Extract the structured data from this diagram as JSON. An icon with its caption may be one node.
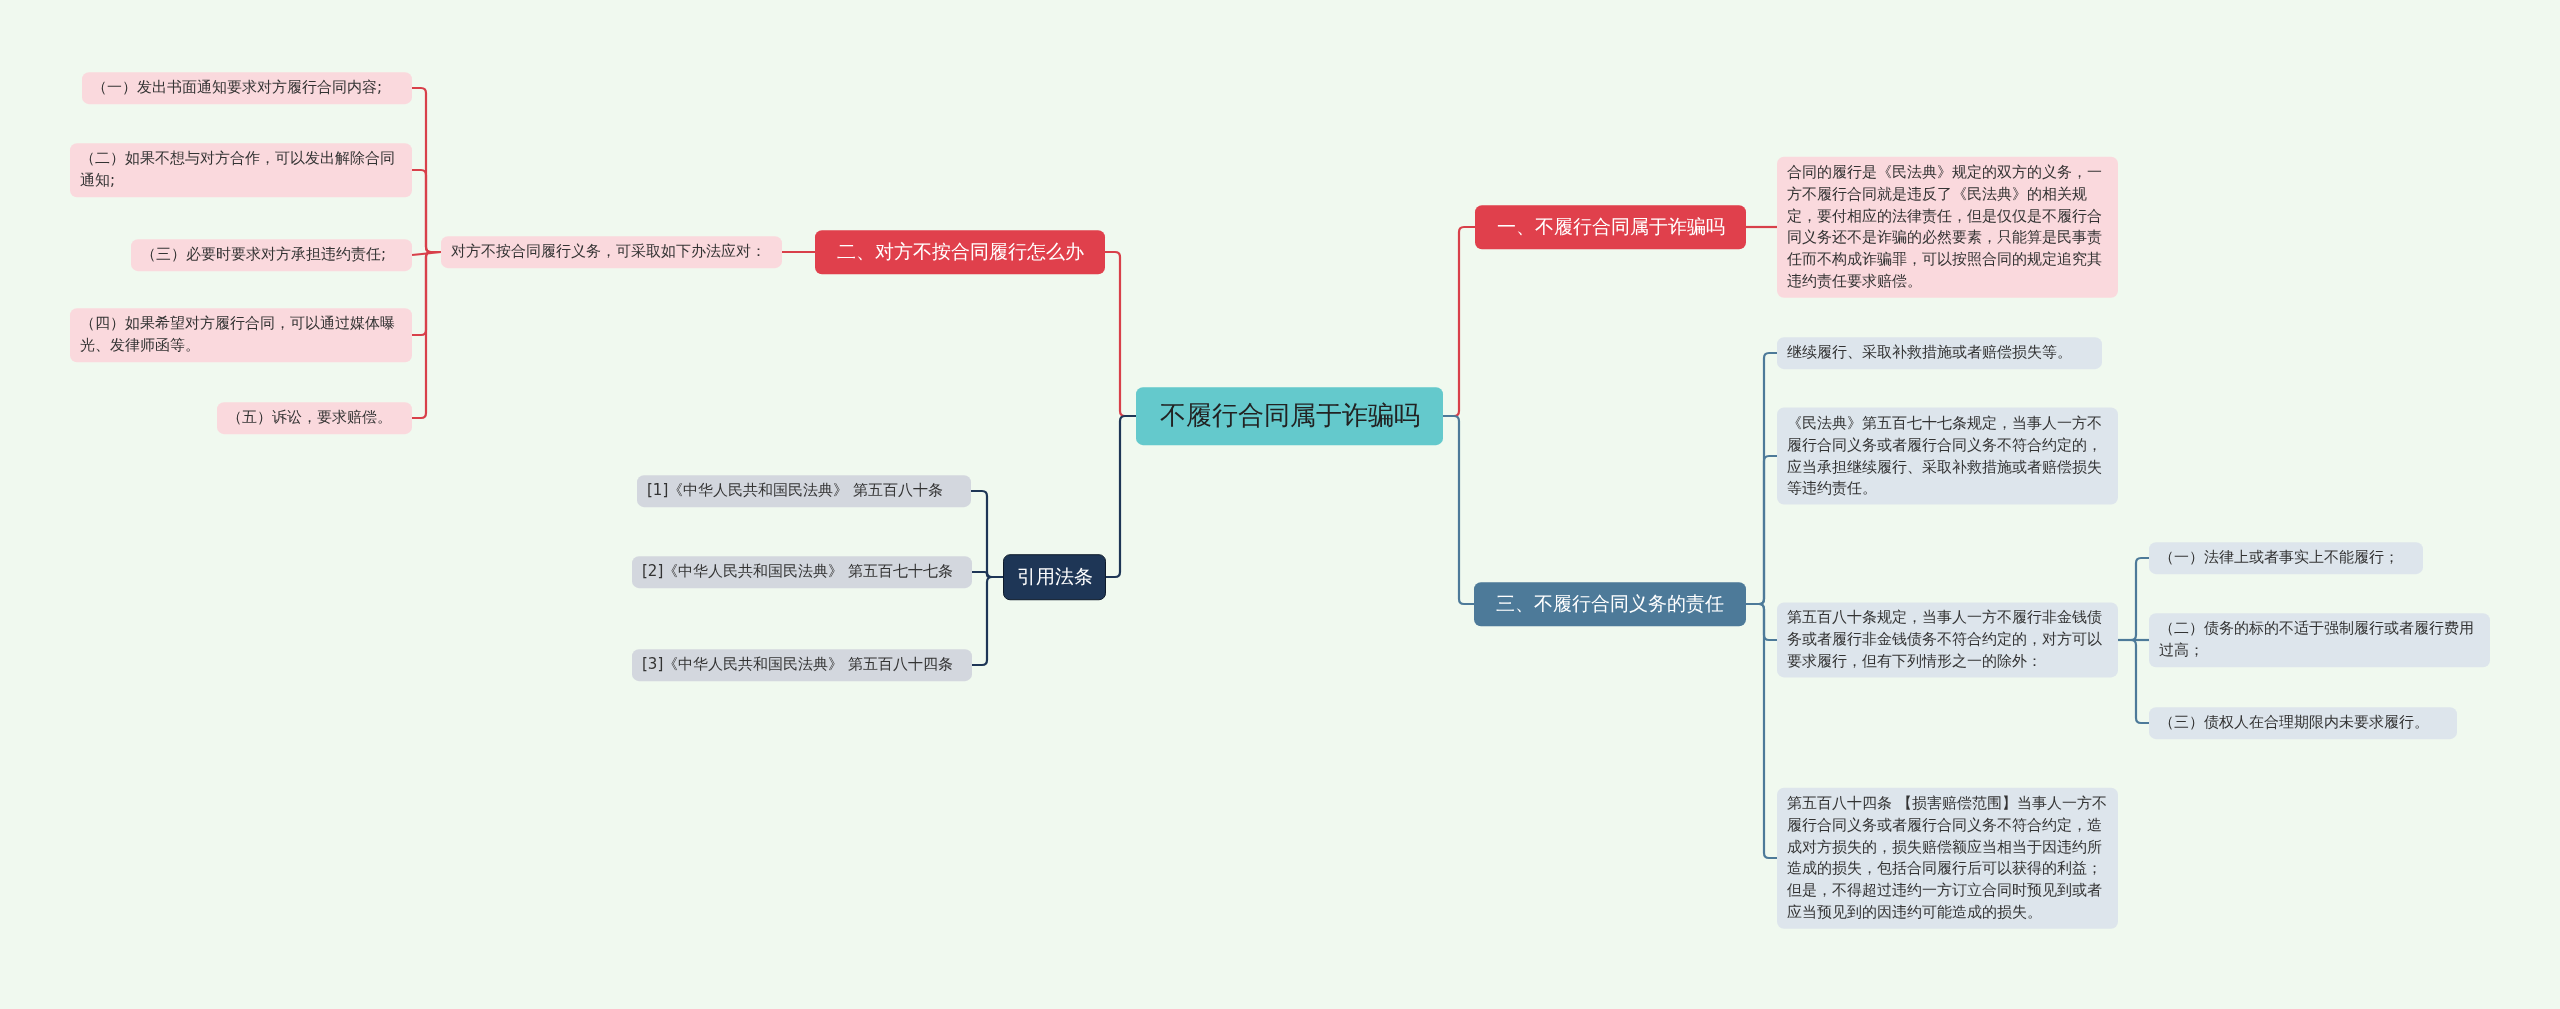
{
  "diagram": {
    "nodes": [
      {
        "text": [
          "不履行合同属于诈骗吗"
        ]
      },
      {
        "text": [
          "一、不履行合同属于诈骗吗"
        ]
      },
      {
        "text": [
          "合同的履行是《民法典》规定的双方的义务，一方不履行合同就是违反了《民法典》的相关规定，要付相应的法律责任，但是仅仅是不履行合同义务还不是诈骗的必然要素，只能算是民事责任而不构成诈骗罪，可以按照合同的规定追究其违约责任要求赔偿。"
        ]
      },
      {
        "text": [
          "三、不履行合同义务的责任"
        ]
      },
      {
        "text": [
          "继续履行、采取补救措施或者赔偿损失等。"
        ]
      },
      {
        "text": [
          "《民法典》第五百七十七条规定，当事人一方不履行合同义务或者履行合同义务不符合约定的，应当承担继续履行、采取补救措施或者赔偿损失等违约责任。"
        ]
      },
      {
        "text": [
          "第五百八十条规定，当事人一方不履行非金钱债务或者履行非金钱债务不符合约定的，对方可以要求履行，但有下列情形之一的除外："
        ]
      },
      {
        "text": [
          "（一）法律上或者事实上不能履行；"
        ]
      },
      {
        "text": [
          "（二）债务的标的不适于强制履行或者履行费用过高；"
        ]
      },
      {
        "text": [
          "（三）债权人在合理期限内未要求履行。"
        ]
      },
      {
        "text": [
          "第五百八十四条 【损害赔偿范围】当事人一方不履行合同义务或者履行合同义务不符合约定，造成对方损失的，损失赔偿额应当相当于因违约所造成的损失，包括合同履行后可以获得的利益；但是，不得超过违约一方订立合同时预见到或者应当预见到的因违约可能造成的损失。"
        ]
      },
      {
        "text": [
          "二、对方不按合同履行怎么办"
        ]
      },
      {
        "text": [
          "对方不按合同履行义务，可采取如下办法应对："
        ]
      },
      {
        "text": [
          "（一）发出书面通知要求对方履行合同内容;"
        ]
      },
      {
        "text": [
          "（二）如果不想与对方合作，可以发出解除合同通知;"
        ]
      },
      {
        "text": [
          "（三）必要时要求对方承担违约责任;"
        ]
      },
      {
        "text": [
          "（四）如果希望对方履行合同，可以通过媒体曝光、发律师函等。"
        ]
      },
      {
        "text": [
          "（五）诉讼，要求赔偿。"
        ]
      },
      {
        "text": [
          "引用法条"
        ]
      },
      {
        "text": [
          "[1]《中华人民共和国民法典》 第五百八十条"
        ]
      },
      {
        "text": [
          "[2]《中华人民共和国民法典》 第五百七十七条"
        ]
      },
      {
        "text": [
          "[3]《中华人民共和国民法典》 第五百八十四条"
        ]
      }
    ],
    "edges": [
      {
        "from": 0,
        "to": 1,
        "arrow": "none"
      },
      {
        "from": 1,
        "to": 2,
        "arrow": "none"
      },
      {
        "from": 0,
        "to": 3,
        "arrow": "none",
        "color": "#4d7a99"
      },
      {
        "from": 3,
        "to": 4,
        "arrow": "none",
        "color": "#4d7a99"
      },
      {
        "from": 3,
        "to": 5,
        "arrow": "none",
        "color": "#4d7a99"
      },
      {
        "from": 3,
        "to": 6,
        "arrow": "none",
        "color": "#4d7a99"
      },
      {
        "from": 6,
        "to": 7,
        "arrow": "none",
        "color": "#4d7a99"
      },
      {
        "from": 6,
        "to": 8,
        "arrow": "none",
        "color": "#4d7a99"
      },
      {
        "from": 6,
        "to": 9,
        "arrow": "none",
        "color": "#4d7a99"
      },
      {
        "from": 3,
        "to": 10,
        "arrow": "none",
        "color": "#4d7a99"
      },
      {
        "from": 0,
        "to": 11,
        "arrow": "none"
      },
      {
        "from": 11,
        "to": 12,
        "arrow": "none"
      },
      {
        "from": 12,
        "to": 13,
        "arrow": "none"
      },
      {
        "from": 12,
        "to": 14,
        "arrow": "none"
      },
      {
        "from": 12,
        "to": 15,
        "arrow": "none"
      },
      {
        "from": 12,
        "to": 16,
        "arrow": "none"
      },
      {
        "from": 12,
        "to": 17,
        "arrow": "none"
      },
      {
        "from": 0,
        "to": 18,
        "arrow": "none",
        "color": "#1e3656"
      },
      {
        "from": 18,
        "to": 19,
        "arrow": "none",
        "color": "#1e3656"
      },
      {
        "from": 18,
        "to": 20,
        "arrow": "none",
        "color": "#1e3656"
      },
      {
        "from": 18,
        "to": 21,
        "arrow": "none",
        "color": "#1e3656"
      }
    ]
  }
}
